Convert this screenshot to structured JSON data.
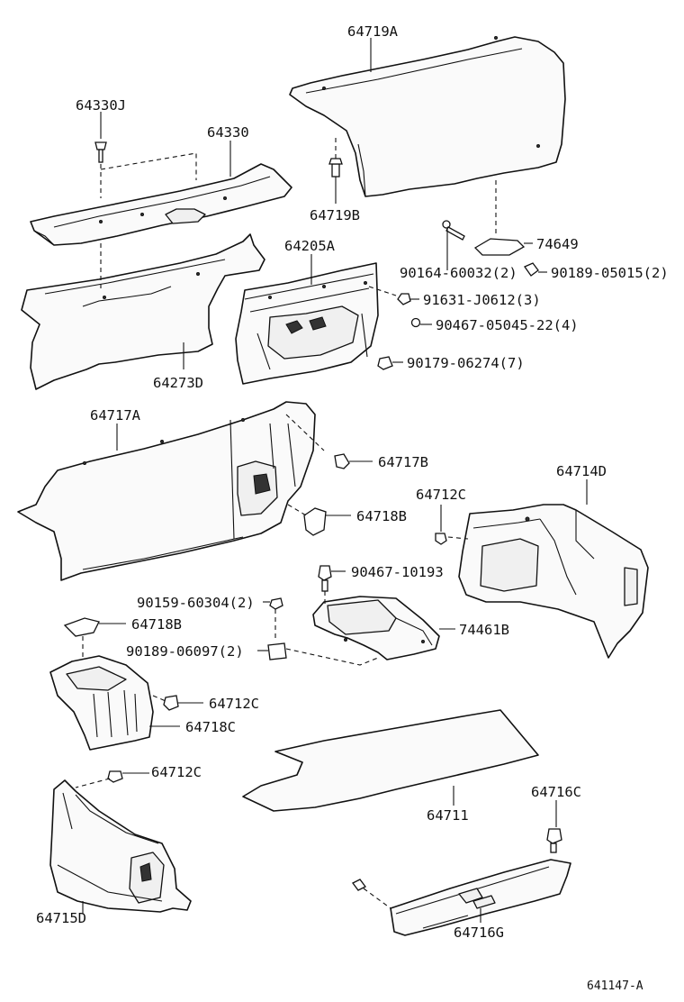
{
  "diagram": {
    "ref_code": "641147-A",
    "labels": [
      {
        "id": "64719A",
        "text": "64719A"
      },
      {
        "id": "64330J",
        "text": "64330J"
      },
      {
        "id": "64330",
        "text": "64330"
      },
      {
        "id": "64719B",
        "text": "64719B"
      },
      {
        "id": "64205A",
        "text": "64205A"
      },
      {
        "id": "74649",
        "text": "74649"
      },
      {
        "id": "90164",
        "text": "90164-60032(2)"
      },
      {
        "id": "90189a",
        "text": "90189-05015(2)"
      },
      {
        "id": "91631",
        "text": "91631-J0612(3)"
      },
      {
        "id": "90467a",
        "text": "90467-05045-22(4)"
      },
      {
        "id": "90179",
        "text": "90179-06274(7)"
      },
      {
        "id": "64273D",
        "text": "64273D"
      },
      {
        "id": "64717A",
        "text": "64717A"
      },
      {
        "id": "64717B",
        "text": "64717B"
      },
      {
        "id": "64714D",
        "text": "64714D"
      },
      {
        "id": "64712C_a",
        "text": "64712C"
      },
      {
        "id": "64718B_a",
        "text": "64718B"
      },
      {
        "id": "90467b",
        "text": "90467-10193"
      },
      {
        "id": "90159",
        "text": "90159-60304(2)"
      },
      {
        "id": "64718B_b",
        "text": "64718B"
      },
      {
        "id": "74461B",
        "text": "74461B"
      },
      {
        "id": "90189b",
        "text": "90189-06097(2)"
      },
      {
        "id": "64712C_b",
        "text": "64712C"
      },
      {
        "id": "64718C",
        "text": "64718C"
      },
      {
        "id": "64712C_c",
        "text": "64712C"
      },
      {
        "id": "64716C",
        "text": "64716C"
      },
      {
        "id": "64711",
        "text": "64711"
      },
      {
        "id": "64715D",
        "text": "64715D"
      },
      {
        "id": "64716G",
        "text": "64716G"
      }
    ]
  }
}
